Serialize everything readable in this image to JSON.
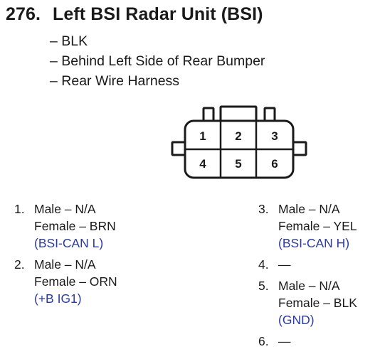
{
  "title": {
    "number": "276.",
    "text": "Left BSI Radar Unit (BSI)"
  },
  "details": [
    "– BLK",
    "– Behind Left Side of Rear Bumper",
    "– Rear Wire Harness"
  ],
  "connector": {
    "pins": [
      "1",
      "2",
      "3",
      "4",
      "5",
      "6"
    ]
  },
  "pins_left": [
    {
      "num": "1.",
      "male": "Male – N/A",
      "female": "Female – BRN",
      "function": "(BSI-CAN L)"
    },
    {
      "num": "2.",
      "male": "Male – N/A",
      "female": "Female – ORN",
      "function": "(+B IG1)"
    }
  ],
  "pins_right": [
    {
      "num": "3.",
      "male": "Male – N/A",
      "female": "Female – YEL",
      "function": "(BSI-CAN H)"
    },
    {
      "num": "4.",
      "male": "—"
    },
    {
      "num": "5.",
      "male": "Male – N/A",
      "female": "Female – BLK",
      "function": "(GND)"
    },
    {
      "num": "6.",
      "male": "—"
    }
  ],
  "colors": {
    "text": "#1a1a1a",
    "function_text": "#2b3aa6"
  }
}
